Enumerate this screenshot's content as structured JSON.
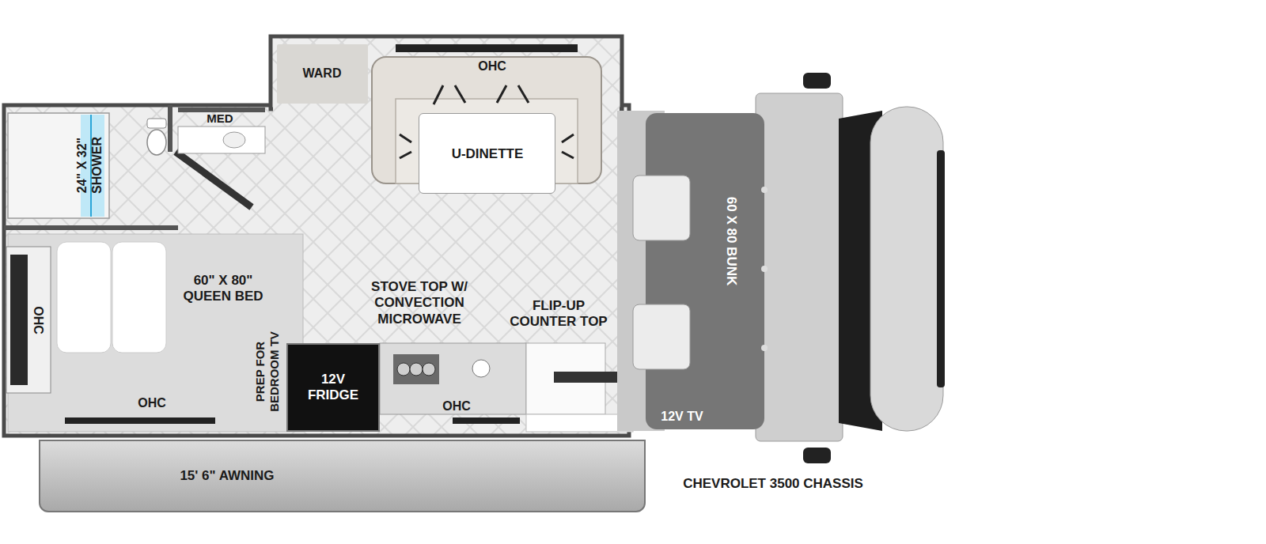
{
  "diagram": {
    "nodes": [
      {
        "text": [
          "WARD"
        ]
      },
      {
        "text": [
          "U-DINETTE"
        ]
      },
      {
        "text": [
          "24\" X 32\" SHOWER"
        ]
      },
      {
        "text": [
          "60 X 80 BUNK",
          "12V TV"
        ]
      },
      {
        "text": [
          "60\" X 80\" QUEEN BED"
        ]
      },
      {
        "text": [
          "12V FRIDGE"
        ]
      },
      {
        "text": [
          "15' 6\" AWNING"
        ]
      }
    ],
    "labels": [
      "OHC",
      "MED",
      "STOVE TOP W/ CONVECTION MICROWAVE",
      "FLIP-UP COUNTER TOP",
      "OHC",
      "PREP FOR BEDROOM TV",
      "OHC",
      "OHC",
      "CHEVROLET 3500 CHASSIS"
    ]
  }
}
